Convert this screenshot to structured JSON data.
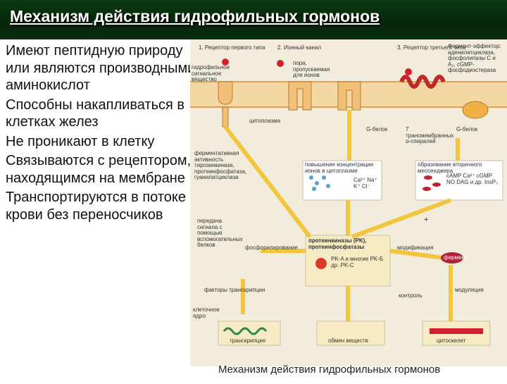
{
  "slide": {
    "title": "Механизм действия гидрофильных гормонов",
    "bullets": [
      "Имеют пептидную природу или являются производными аминокислот",
      "Способны накапливаться в клетках желез",
      "Не проникают в клетку",
      "Связываются с рецептором, находящимся на мембране",
      "Транспортируются в потоке крови без переносчиков"
    ],
    "caption": "Механизм действия гидрофильных гормонов"
  },
  "diagram": {
    "header_receptor1": "1. Рецептор первого типа",
    "header_channel": "2. Ионный канал",
    "header_receptor3": "3. Рецептор третьего типа",
    "effector_label": "Фермент-эффектор: аденилатциклаза, фосфолипазы C и A₂, cGMP-фосфодиэстераза",
    "hormone_label": "гидрофильное сигнальное вещество",
    "pore_label": "пора, пропускаемая для ионов",
    "cytoplasm": "цитоплазма",
    "g_protein_left": "G-белок",
    "g_protein_right": "G-белок",
    "seven_tm": "7 трансмембранных α-спиралей",
    "enzyme_activity": "ферментативная активность тирозинкиназа, протеинфосфатаза, гуанилатциклаза",
    "ion_box_title": "повышение концентрации ионов в цитоплазме",
    "ions": "Ca²⁺ Na⁺ K⁺ Cl⁻",
    "messenger_box_title": "образование вторичного мессенджера",
    "messengers": "cAMP Ca²⁺ cGMP NO DAG и др. InsP₃",
    "relay_label": "передача сигнала с помощью вспомогательных белков",
    "phosphorylation": "фосфорилирование",
    "modification": "модификация",
    "pk_box_title": "протеинкиназы (PK), протеинфосфатазы",
    "pk_list": "PK-A и многие PK-Б др. PK-C",
    "enzyme": "фермент",
    "transcription_factors": "факторы транскрипции",
    "control": "контроль",
    "modulation": "модуляция",
    "nucleus": "клеточное ядро",
    "plus": "+",
    "out_transcription": "транскрипция",
    "out_metabolism": "обмен веществ",
    "out_cytoskeleton": "цитоскелет"
  }
}
